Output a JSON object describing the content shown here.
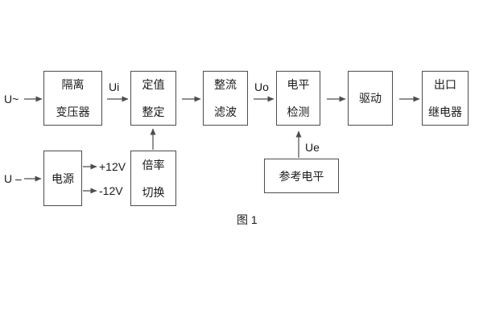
{
  "figure": {
    "caption": "图 1",
    "colors": {
      "line": "#4d4d4d",
      "text": "#1a1a1a",
      "background": "#ffffff"
    },
    "blocks": {
      "isolation_transformer": {
        "lines": [
          "隔离",
          "变压器"
        ]
      },
      "value_setting": {
        "lines": [
          "定值",
          "整定"
        ]
      },
      "rectifier_filter": {
        "lines": [
          "整流",
          "滤波"
        ]
      },
      "level_detection": {
        "lines": [
          "电平",
          "检测"
        ]
      },
      "driver": {
        "label": "驱动"
      },
      "output_relay": {
        "lines": [
          "出口",
          "继电器"
        ]
      },
      "power_supply": {
        "label": "电源"
      },
      "ratio_switch": {
        "lines": [
          "倍率",
          "切换"
        ]
      },
      "reference_level": {
        "label": "参考电平"
      }
    },
    "signals": {
      "input_ac": "U~",
      "input_dc": "U –",
      "ui": "Ui",
      "uo": "Uo",
      "ue": "Ue",
      "plus_12v": "+12V",
      "minus_12v": "-12V"
    }
  }
}
